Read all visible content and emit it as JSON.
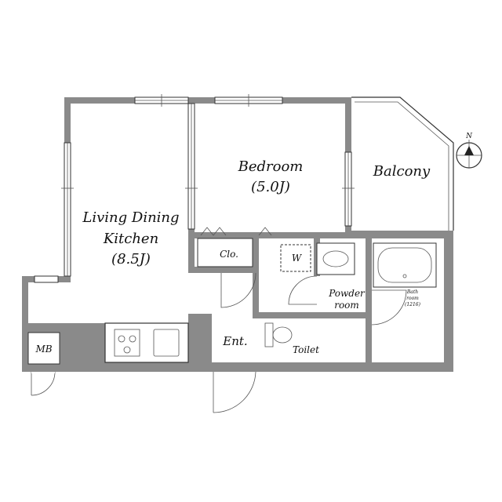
{
  "floorplan": {
    "rooms": {
      "ldk": {
        "line1": "Living Dining",
        "line2": "Kitchen",
        "size": "(8.5J)"
      },
      "bedroom": {
        "name": "Bedroom",
        "size": "(5.0J)"
      },
      "balcony": {
        "name": "Balcony"
      },
      "closet": {
        "name": "Clo."
      },
      "washer": {
        "name": "W"
      },
      "powder": {
        "line1": "Powder",
        "line2": "room"
      },
      "bath": {
        "line1": "Bath",
        "line2": "room",
        "line3": "(1216)"
      },
      "entrance": {
        "name": "Ent."
      },
      "toilet": {
        "name": "Toilet"
      },
      "meterbox": {
        "name": "MB"
      }
    },
    "compass": {
      "label": "N"
    }
  }
}
